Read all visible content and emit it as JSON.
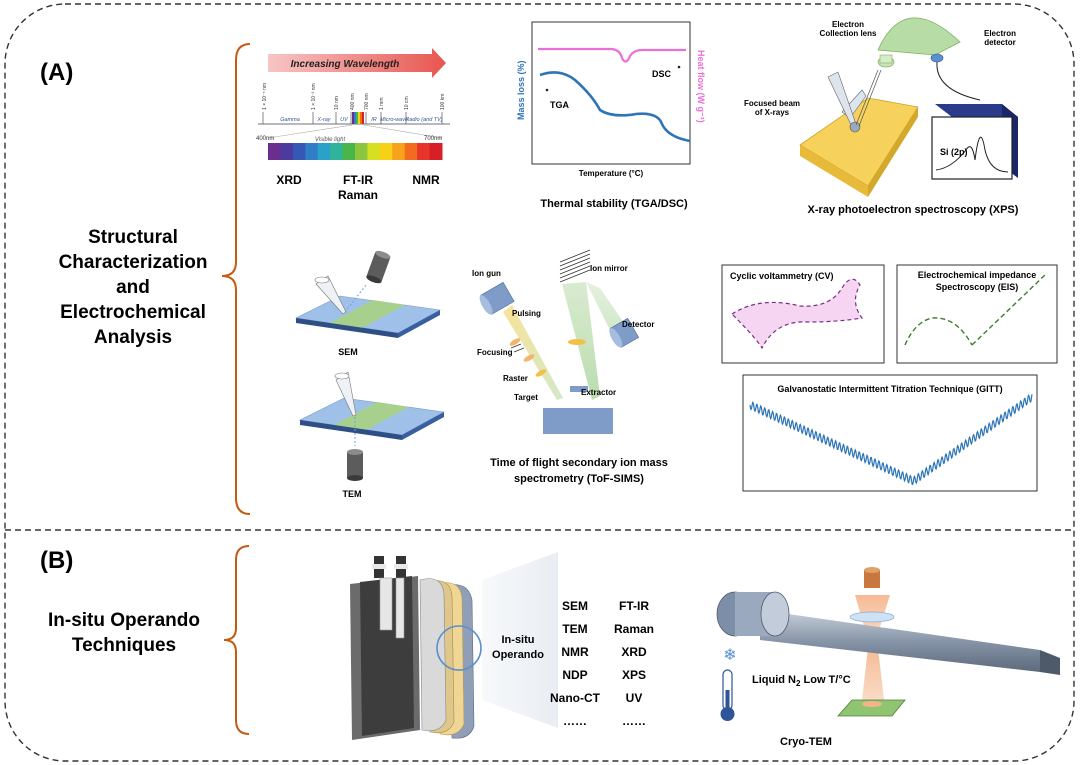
{
  "panel_a": {
    "letter": "(A)",
    "side_label": [
      "Structural",
      "Characterization",
      "and",
      "Electrochemical",
      "Analysis"
    ]
  },
  "panel_b": {
    "letter": "(B)",
    "side_label": [
      "In-situ Operando",
      "Techniques"
    ]
  },
  "spectrum": {
    "arrow_label": "Increasing Wavelength",
    "scale_ticks": [
      "1 × 10⁻⁵ nm",
      "1 × 10⁻³ nm",
      "10 nm",
      "400 nm",
      "700 nm",
      "1 mm",
      "10 cm",
      "100 km"
    ],
    "bands": [
      "Gamma",
      "X-ray",
      "UV",
      "IR",
      "Micro-wave",
      "Radio (and TV)"
    ],
    "visible_light": "Visible light",
    "nm_left": "400nm",
    "nm_right": "700nm",
    "methods": [
      "XRD",
      "FT-IR",
      "Raman",
      "NMR"
    ],
    "colors": [
      "#6a2e8f",
      "#4b3b9e",
      "#3557b5",
      "#2f7ec6",
      "#2aa1c9",
      "#2fb39a",
      "#49b649",
      "#8cc63f",
      "#d7df23",
      "#f7d117",
      "#f7a21b",
      "#f26b21",
      "#e8352b",
      "#d71f26"
    ]
  },
  "thermal": {
    "y_left": "Mass loss (%)",
    "y_right": "Heat flow (W g⁻¹)",
    "x_label": "Temperature (°C)",
    "tga": "TGA",
    "dsc": "DSC",
    "caption": "Thermal stability (TGA/DSC)",
    "tga_color": "#2e75b6",
    "dsc_color": "#ea6fd8"
  },
  "xps": {
    "collection_lens": [
      "Electron",
      "Collection lens"
    ],
    "detector": [
      "Electron",
      "detector"
    ],
    "beam": [
      "Focused beam",
      "of X-rays"
    ],
    "si_peak": "Si (2p)",
    "caption": "X-ray photoelectron spectroscopy (XPS)"
  },
  "microscopy": {
    "sem": "SEM",
    "tem": "TEM"
  },
  "tof_sims": {
    "ion_gun": "Ion gun",
    "ion_mirror": "Ion mirror",
    "pulsing": "Pulsing",
    "detector": "Detector",
    "focusing": "Focusing",
    "raster": "Raster",
    "extractor": "Extractor",
    "target": "Target",
    "caption": [
      "Time of flight secondary ion mass",
      "spectrometry (ToF-SIMS)"
    ]
  },
  "electrochem": {
    "cv": "Cyclic voltammetry (CV)",
    "eis": [
      "Electrochemical impedance",
      "Spectroscopy (EIS)"
    ],
    "gitt": "Galvanostatic Intermittent Titration Technique (GITT)"
  },
  "operando": {
    "label": [
      "In-situ",
      "Operando"
    ],
    "techniques_left": [
      "SEM",
      "TEM",
      "NMR",
      "NDP",
      "Nano-CT",
      "……"
    ],
    "techniques_right": [
      "FT-IR",
      "Raman",
      "XRD",
      "XPS",
      "UV",
      "……"
    ]
  },
  "cryo": {
    "label_prefix": "Liquid N",
    "label_sub": "2",
    "label_suffix": " Low T/°C",
    "caption": "Cryo-TEM"
  }
}
